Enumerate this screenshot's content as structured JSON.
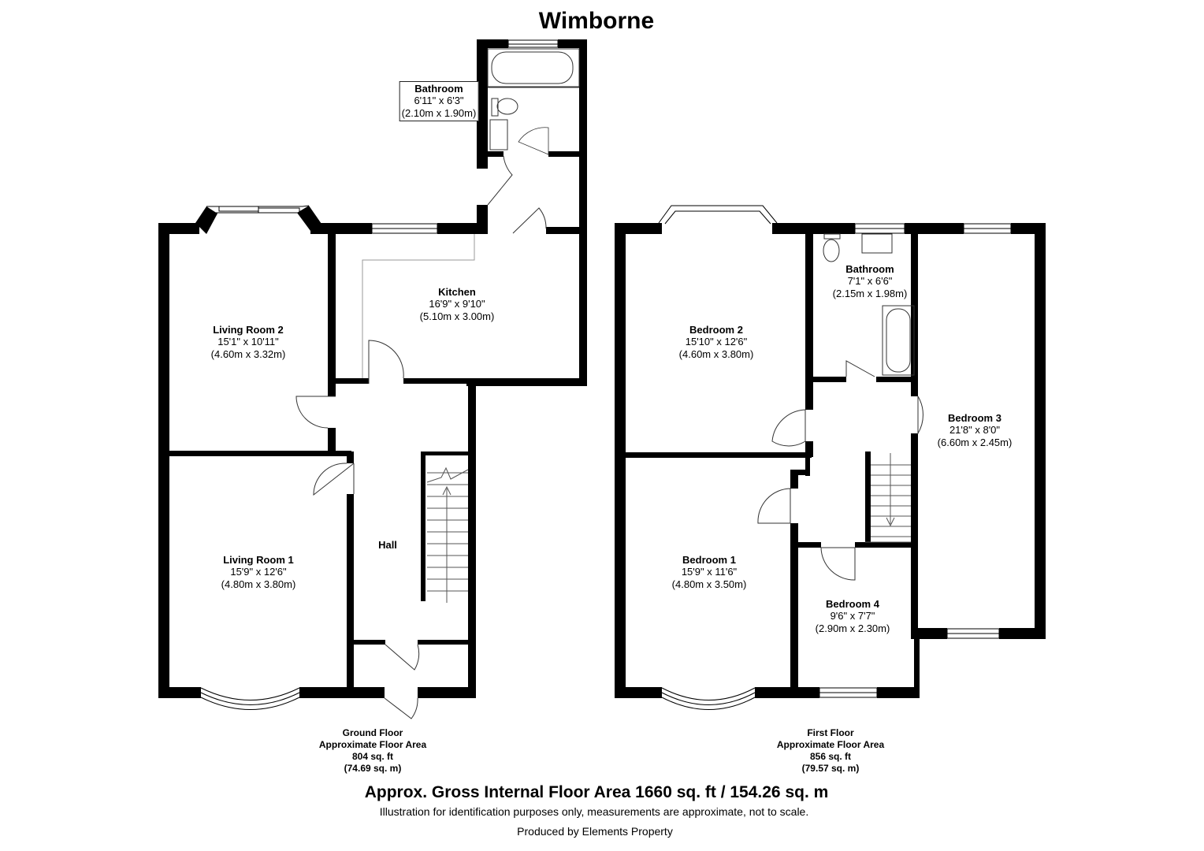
{
  "title": "Wimborne",
  "ground_floor": {
    "label": "Ground Floor",
    "area_label": "Approximate Floor Area",
    "area_sqft": "804 sq. ft",
    "area_sqm": "(74.69 sq. m)",
    "rooms": {
      "bathroom": {
        "name": "Bathroom",
        "imperial": "6'11\" x 6'3\"",
        "metric": "(2.10m x 1.90m)"
      },
      "kitchen": {
        "name": "Kitchen",
        "imperial": "16'9\" x 9'10\"",
        "metric": "(5.10m x 3.00m)"
      },
      "living_room_2": {
        "name": "Living Room 2",
        "imperial": "15'1\" x 10'11\"",
        "metric": "(4.60m x 3.32m)"
      },
      "living_room_1": {
        "name": "Living Room 1",
        "imperial": "15'9\" x 12'6\"",
        "metric": "(4.80m x 3.80m)"
      },
      "hall": {
        "name": "Hall"
      }
    }
  },
  "first_floor": {
    "label": "First Floor",
    "area_label": "Approximate Floor Area",
    "area_sqft": "856 sq. ft",
    "area_sqm": "(79.57 sq. m)",
    "rooms": {
      "bedroom_2": {
        "name": "Bedroom 2",
        "imperial": "15'10\" x 12'6\"",
        "metric": "(4.60m x 3.80m)"
      },
      "bathroom": {
        "name": "Bathroom",
        "imperial": "7'1\" x 6'6\"",
        "metric": "(2.15m x 1.98m)"
      },
      "bedroom_3": {
        "name": "Bedroom 3",
        "imperial": "21'8\" x 8'0\"",
        "metric": "(6.60m x 2.45m)"
      },
      "bedroom_1": {
        "name": "Bedroom 1",
        "imperial": "15'9\" x 11'6\"",
        "metric": "(4.80m x 3.50m)"
      },
      "bedroom_4": {
        "name": "Bedroom 4",
        "imperial": "9'6\" x 7'7\"",
        "metric": "(2.90m x 2.30m)"
      }
    }
  },
  "footer": {
    "gross_area": "Approx. Gross Internal Floor Area 1660 sq. ft / 154.26 sq. m",
    "disclaimer": "Illustration for identification purposes only, measurements are approximate, not to scale.",
    "credit": "Produced by Elements Property"
  },
  "colors": {
    "wall": "#000000",
    "line": "#555555",
    "background": "#ffffff"
  }
}
